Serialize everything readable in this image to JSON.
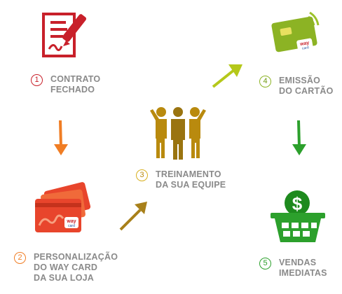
{
  "steps": [
    {
      "number": "1",
      "lines": [
        "CONTRATO",
        "FECHADO"
      ],
      "color": "#c8202a",
      "icon": "contract-pen-icon"
    },
    {
      "number": "2",
      "lines": [
        "PERSONALIZAÇÃO",
        "DO WAY CARD",
        "DA SUA LOJA"
      ],
      "color": "#f07d24",
      "icon": "custom-cards-icon"
    },
    {
      "number": "3",
      "lines": [
        "TREINAMENTO",
        "DA SUA EQUIPE"
      ],
      "color": "#b98a0e",
      "icon": "team-icon"
    },
    {
      "number": "4",
      "lines": [
        "EMISSÃO",
        "DO CARTÃO"
      ],
      "color": "#8cb324",
      "icon": "card-emission-icon"
    },
    {
      "number": "5",
      "lines": [
        "VENDAS",
        "IMEDIATAS"
      ],
      "color": "#2ca02c",
      "icon": "shopping-basket-icon"
    }
  ],
  "card_brand": {
    "line1": "way",
    "line2": "card"
  },
  "basket_symbol": "$",
  "arrows": [
    {
      "from": "1",
      "to": "2",
      "color": "#f07d24"
    },
    {
      "from": "2",
      "to": "3",
      "color": "#a8801a"
    },
    {
      "from": "3",
      "to": "4",
      "color": "#b5c81a"
    },
    {
      "from": "4",
      "to": "5",
      "color": "#2ca02c"
    }
  ]
}
